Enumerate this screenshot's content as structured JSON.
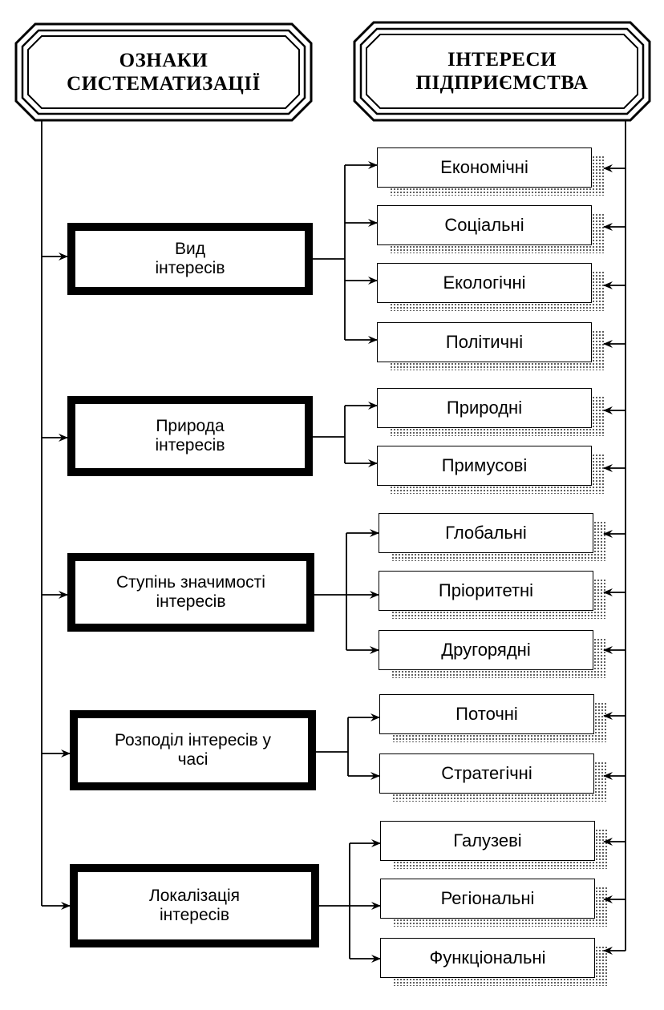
{
  "header_left": {
    "line1": "ОЗНАКИ",
    "line2": "СИСТЕМАТИЗАЦІЇ"
  },
  "header_right": {
    "line1": "ІНТЕРЕСИ",
    "line2": "ПІДПРИЄМСТВА"
  },
  "categories": [
    {
      "line1": "Вид",
      "line2": "інтересів"
    },
    {
      "line1": "Природа",
      "line2": "інтересів"
    },
    {
      "line1": "Ступінь значимості",
      "line2": "інтересів"
    },
    {
      "line1": "Розподіл інтересів у",
      "line2": "часі"
    },
    {
      "line1": "Локалізація",
      "line2": "інтересів"
    }
  ],
  "items": [
    "Економічні",
    "Соціальні",
    "Екологічні",
    "Політичні",
    "Природні",
    "Примусові",
    "Глобальні",
    "Пріоритетні",
    "Другорядні",
    "Поточні",
    "Стратегічні",
    "Галузеві",
    "Регіональні",
    "Функціональні"
  ]
}
